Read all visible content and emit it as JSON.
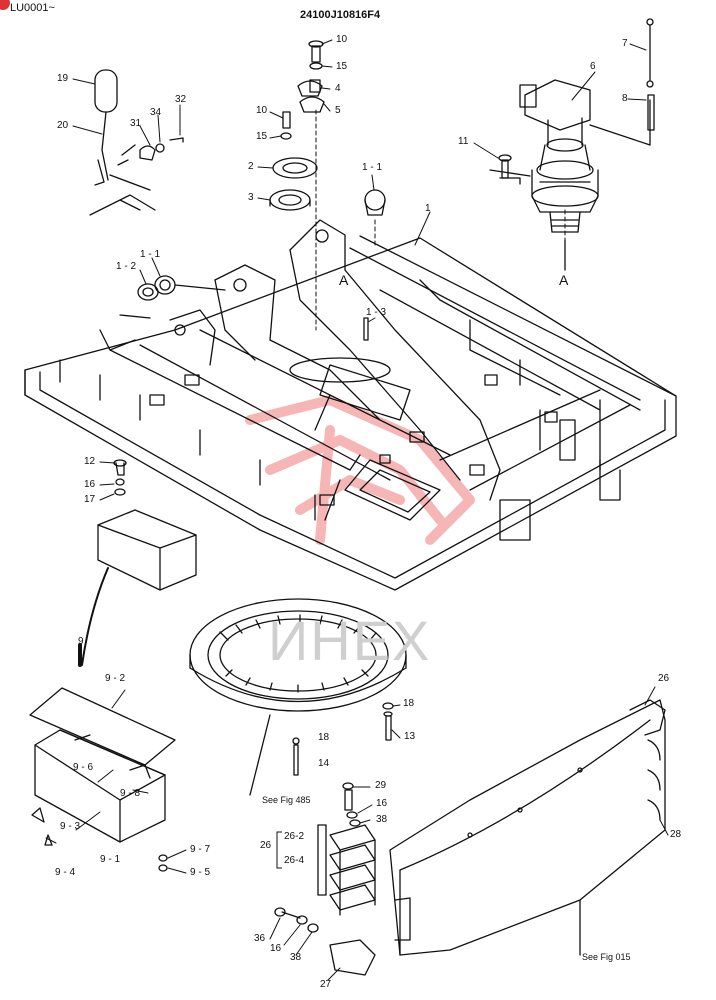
{
  "header": {
    "code": "24100J10816F4",
    "serial": "LU0001~"
  },
  "watermark": "ИНЕХ",
  "colors": {
    "line": "#111111",
    "watermark_red": "#e8312f",
    "badge": "#dd3333"
  },
  "refs": {
    "fig485": "See Fig 485",
    "fig015": "See Fig 015"
  },
  "section": "A",
  "labels": {
    "p1": "1",
    "p1_1a": "1 - 1",
    "p1_1b": "1 - 1",
    "p1_2": "1 - 2",
    "p1_3": "1 - 3",
    "p2": "2",
    "p3": "3",
    "p4": "4",
    "p5": "5",
    "p6": "6",
    "p7": "7",
    "p8": "8",
    "p9": "9",
    "p9_1": "9 - 1",
    "p9_2": "9 - 2",
    "p9_3": "9 - 3",
    "p9_4": "9 - 4",
    "p9_5": "9 - 5",
    "p9_6": "9 - 6",
    "p9_7": "9 - 7",
    "p9_8": "9 - 8",
    "p10a": "10",
    "p10b": "10",
    "p11": "11",
    "p12": "12",
    "p13": "13",
    "p14": "14",
    "p15a": "15",
    "p15b": "15",
    "p16a": "16",
    "p16b": "16",
    "p16c": "16",
    "p17": "17",
    "p18a": "18",
    "p18b": "18",
    "p19": "19",
    "p20": "20",
    "p26": "26",
    "p26_2": "26-2",
    "p26_4": "26-4",
    "p26b": "26",
    "p27": "27",
    "p28": "28",
    "p29": "29",
    "p31": "31",
    "p32": "32",
    "p34": "34",
    "p36": "36",
    "p38a": "38",
    "p38b": "38"
  }
}
